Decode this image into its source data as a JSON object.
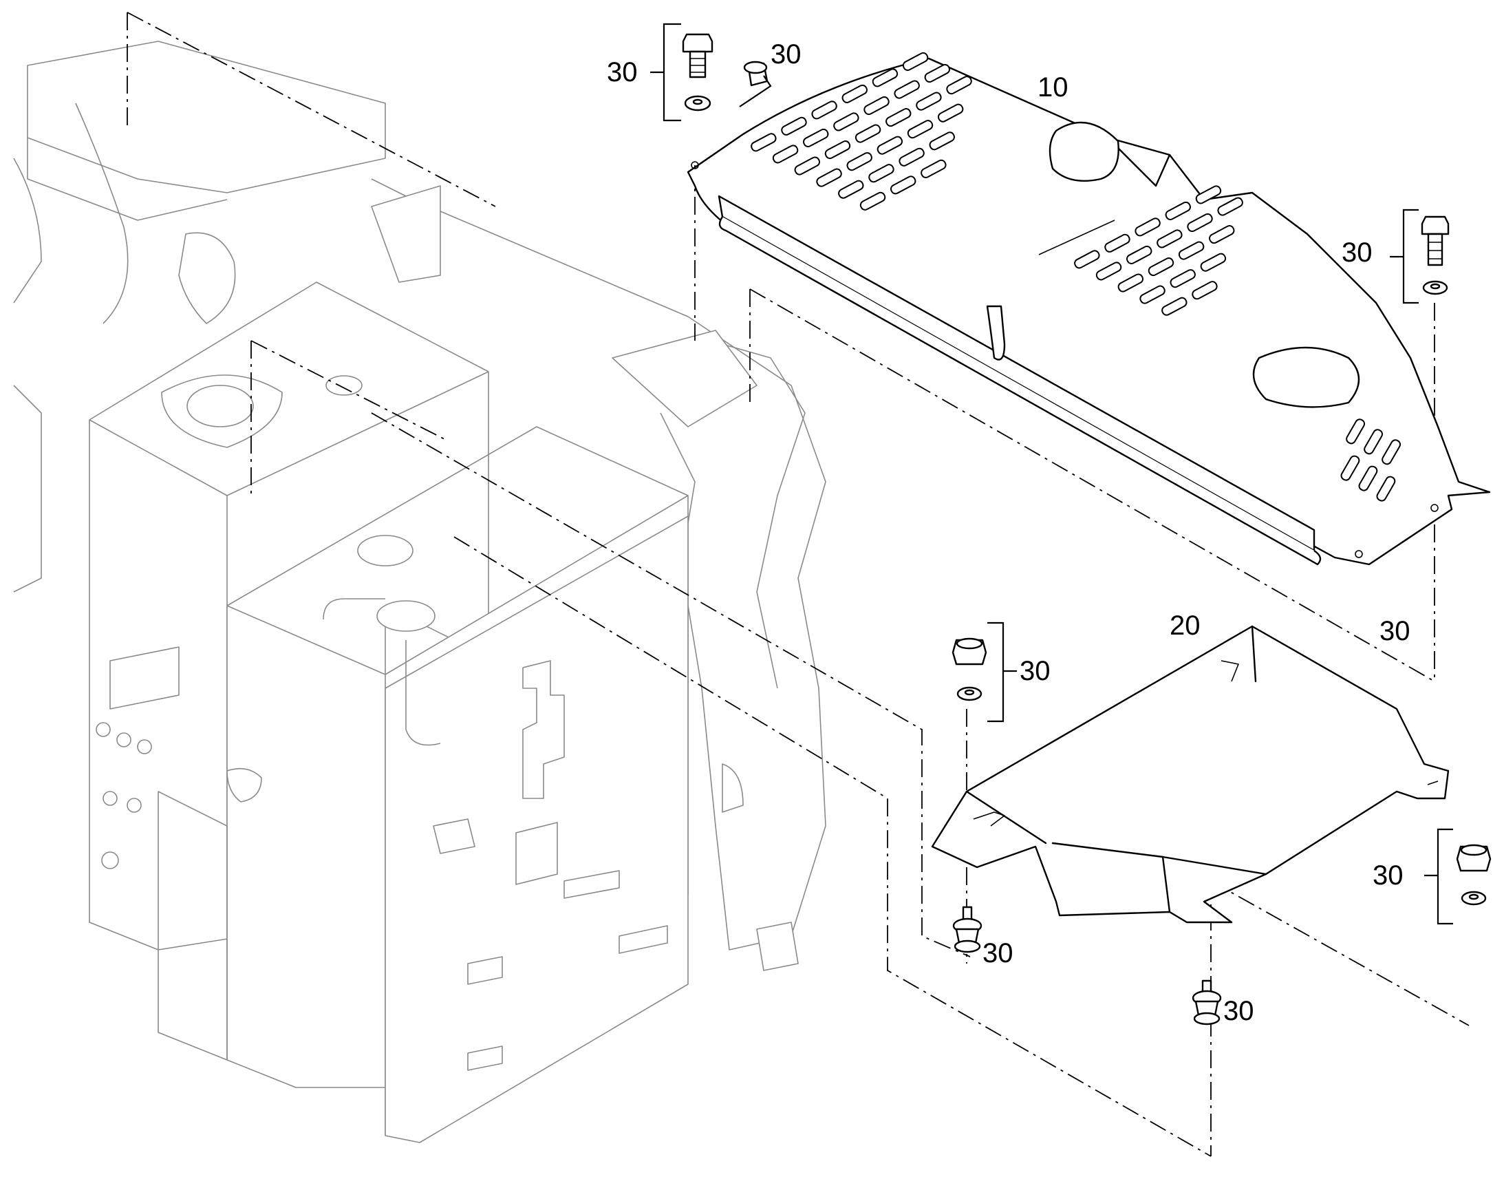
{
  "callouts": {
    "part_10": "10",
    "part_20": "20",
    "item_30": "30"
  },
  "icons": {
    "bolt": "bolt-icon",
    "washer": "washer-icon",
    "nut": "nut-icon",
    "rubber_mount": "rubber-mount-icon",
    "plug": "plug-icon"
  },
  "colors": {
    "line": "#000000",
    "ghost_line": "#8a8a8a",
    "background": "#ffffff"
  }
}
